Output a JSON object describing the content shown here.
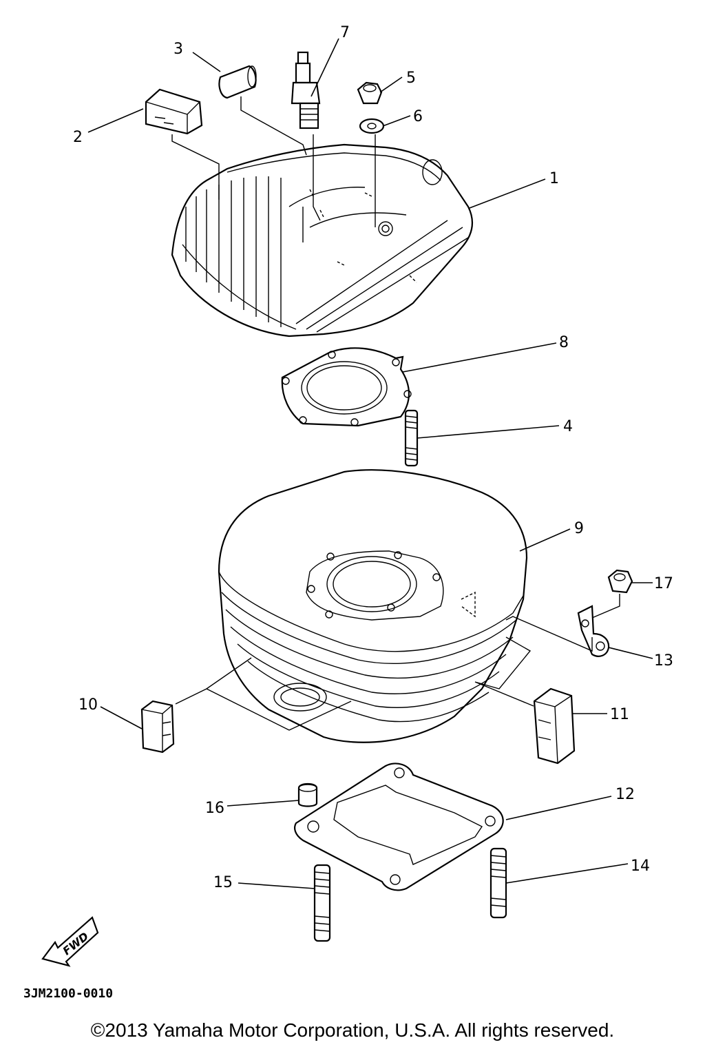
{
  "diagram": {
    "drawing_code": "3JM2100-0010",
    "fwd_label": "FWD",
    "callouts": [
      {
        "id": "1",
        "label": "1"
      },
      {
        "id": "2",
        "label": "2"
      },
      {
        "id": "3",
        "label": "3"
      },
      {
        "id": "4",
        "label": "4"
      },
      {
        "id": "5",
        "label": "5"
      },
      {
        "id": "6",
        "label": "6"
      },
      {
        "id": "7",
        "label": "7"
      },
      {
        "id": "8",
        "label": "8"
      },
      {
        "id": "9",
        "label": "9"
      },
      {
        "id": "10",
        "label": "10"
      },
      {
        "id": "11",
        "label": "11"
      },
      {
        "id": "12",
        "label": "12"
      },
      {
        "id": "13",
        "label": "13"
      },
      {
        "id": "14",
        "label": "14"
      },
      {
        "id": "15",
        "label": "15"
      },
      {
        "id": "16",
        "label": "16"
      },
      {
        "id": "17",
        "label": "17"
      }
    ]
  },
  "footer": {
    "copyright": "©2013 Yamaha Motor Corporation, U.S.A. All rights reserved."
  }
}
